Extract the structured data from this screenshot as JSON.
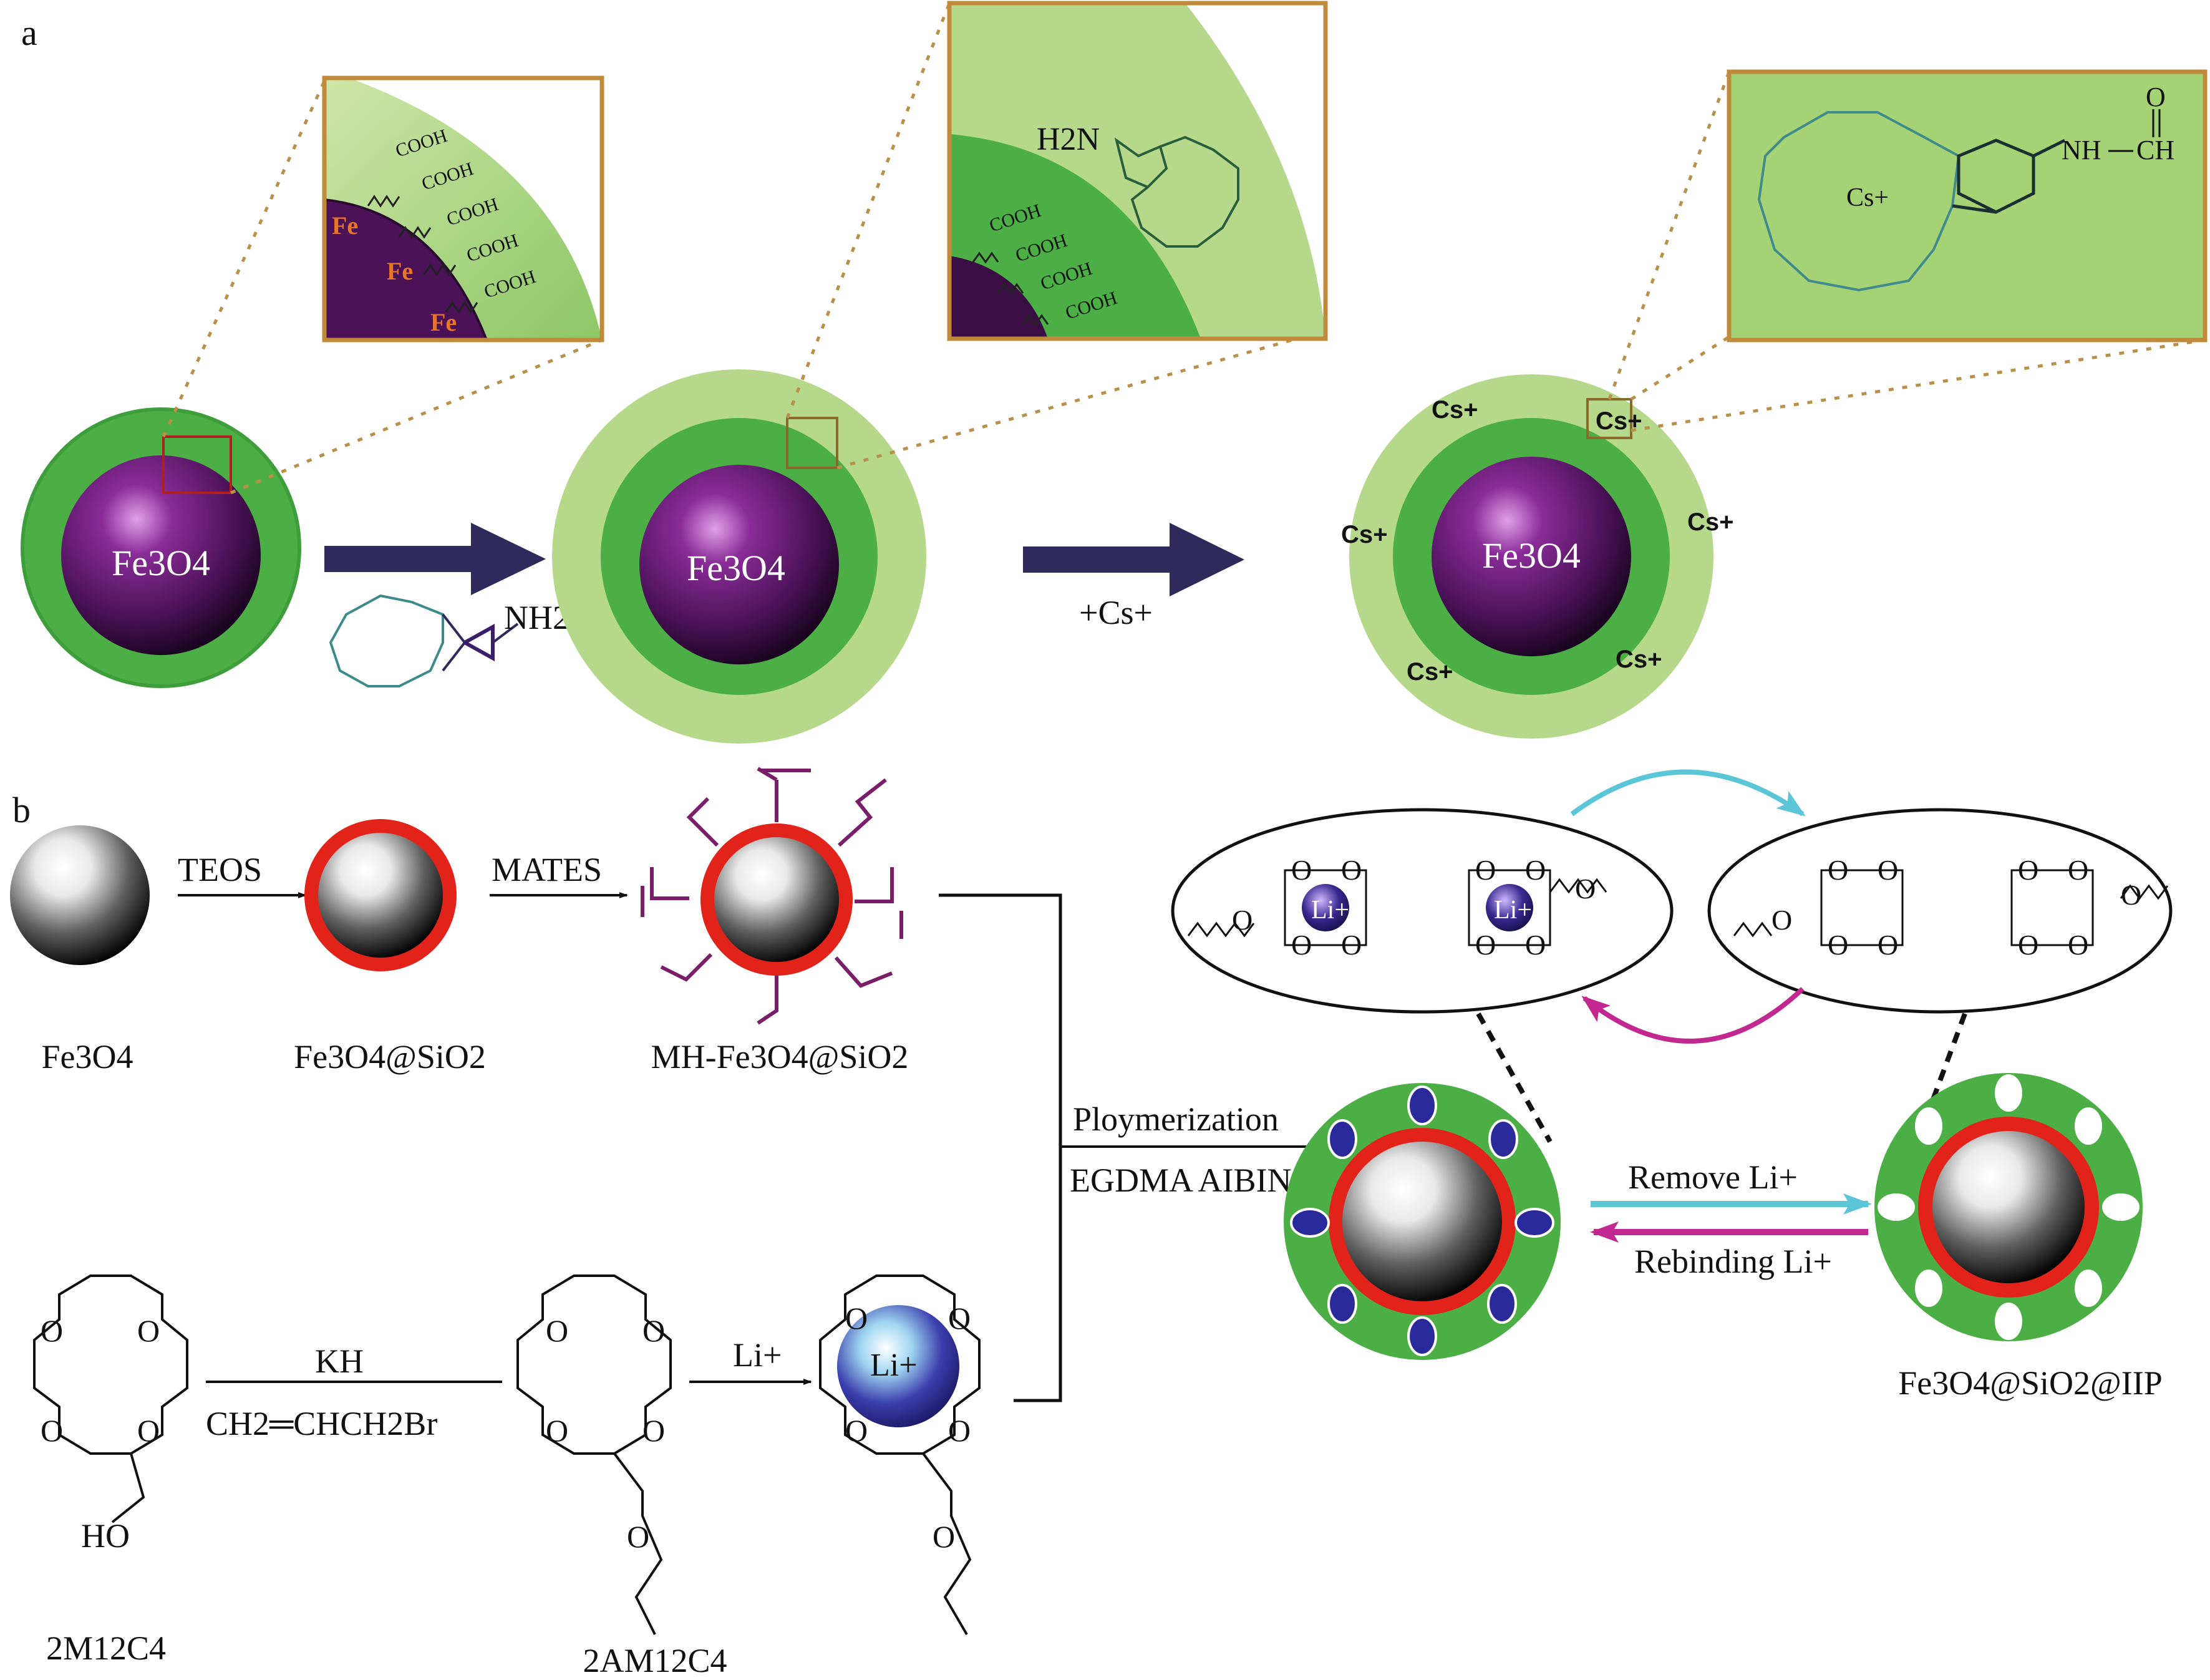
{
  "colors": {
    "green_dark": "#3f9e3c",
    "green_mid": "#5cb84d",
    "green_light": "#b5d88a",
    "purple_core": "#6a1f7a",
    "shell_red": "#e2231a",
    "box_border": "#c08a3a",
    "arrow_navy": "#2e2a5c",
    "arrow_cyan": "#5bc6d8",
    "arrow_magenta": "#c2288f",
    "vinyl_purple": "#7a1e6a",
    "crown_teal": "#2f7a7a"
  },
  "panel_a": {
    "label": "a",
    "core_labels": [
      "Fe3O4",
      "Fe3O4",
      "Fe3O4"
    ],
    "inset1": {
      "cooh": [
        "COOH",
        "COOH",
        "COOH",
        "COOH",
        "COOH"
      ],
      "fe": [
        "Fe",
        "Fe",
        "Fe"
      ]
    },
    "inset2": {
      "amine": "H2N",
      "cooh": [
        "COOH",
        "COOH",
        "COOH",
        "COOH"
      ]
    },
    "inset3": {
      "ion": "Cs+",
      "amide_nh": "NH",
      "amide_ch": "CH",
      "amide_o": "O"
    },
    "reagent1": "NH2",
    "reagent2": "+Cs+",
    "surface_ions": [
      "Cs+",
      "Cs+",
      "Cs+",
      "Cs+",
      "Cs+",
      "Cs+"
    ]
  },
  "panel_b": {
    "label": "b",
    "step1": "TEOS",
    "step2": "MATES",
    "particle_labels": [
      "Fe3O4",
      "Fe3O4@SiO2",
      "MH-Fe3O4@SiO2"
    ],
    "polymerization": [
      "Ploymerization",
      "EGDMA AIBIN"
    ],
    "remove": "Remove Li+",
    "rebinding": "Rebinding Li+",
    "iip_label": "Fe3O4@SiO2@IIP",
    "crown_names": [
      "2M12C4",
      "2AM12C4"
    ],
    "kh": "KH",
    "allyl_bromide": "CH2═CHCH2Br",
    "ho": "HO",
    "li_step": "Li+",
    "li_ion": "Li+",
    "o": "O"
  }
}
